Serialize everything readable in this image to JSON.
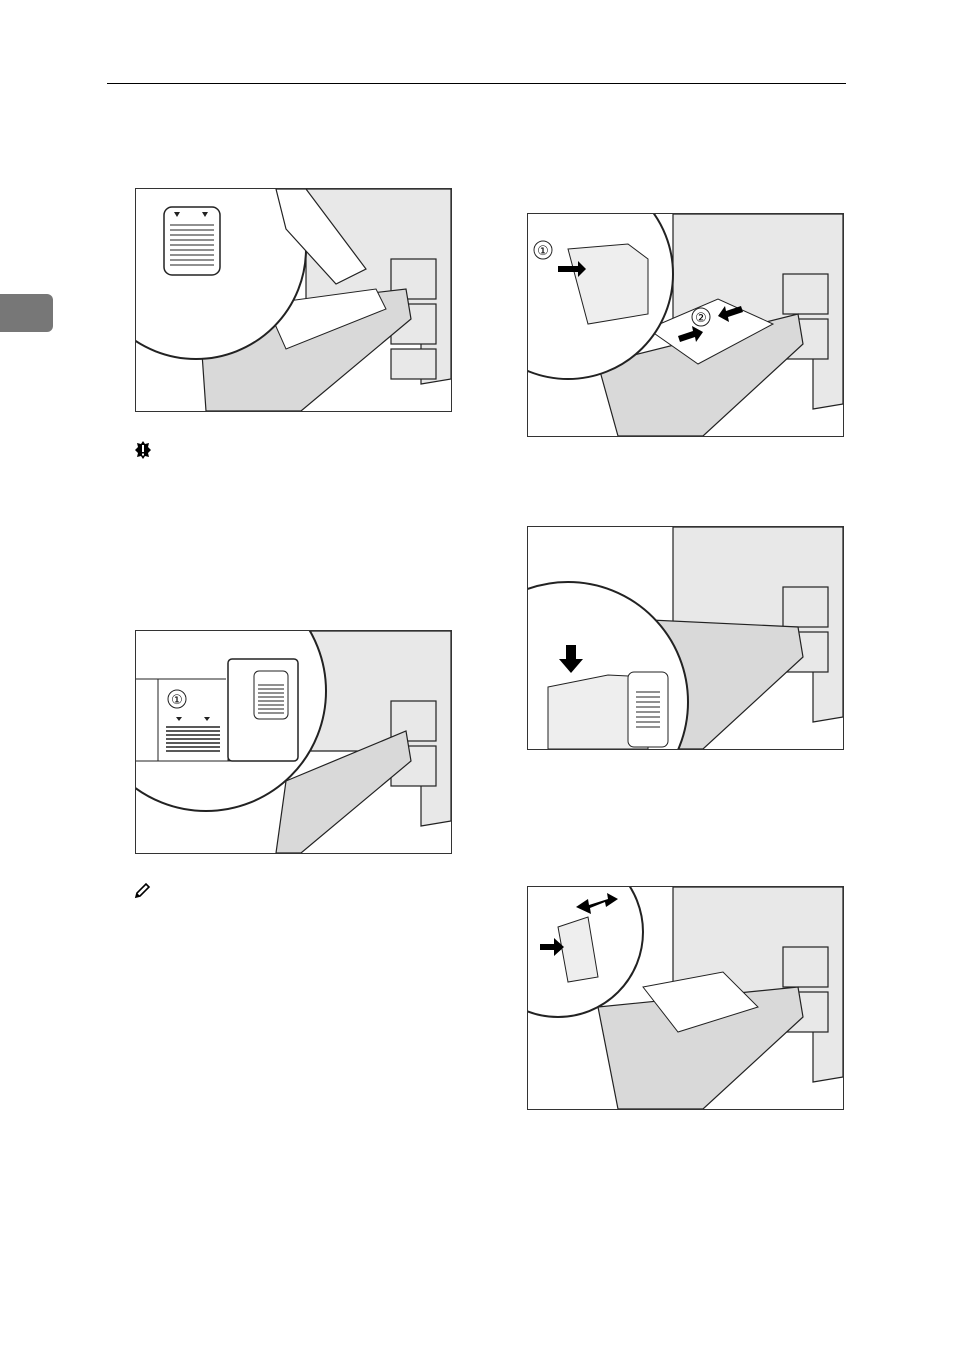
{
  "page": {
    "side_tab_color": "#777777",
    "rule_color": "#000000"
  },
  "figures": [
    {
      "id": "fig-load-paper",
      "callouts": []
    },
    {
      "id": "fig-paper-level-mark",
      "callouts": [
        "①"
      ]
    },
    {
      "id": "fig-side-guides",
      "callouts": [
        "①",
        "②"
      ]
    },
    {
      "id": "fig-end-guide",
      "callouts": []
    },
    {
      "id": "fig-push-tray",
      "callouts": []
    }
  ],
  "icons": {
    "important": "important-icon",
    "note": "note-pencil-icon"
  }
}
